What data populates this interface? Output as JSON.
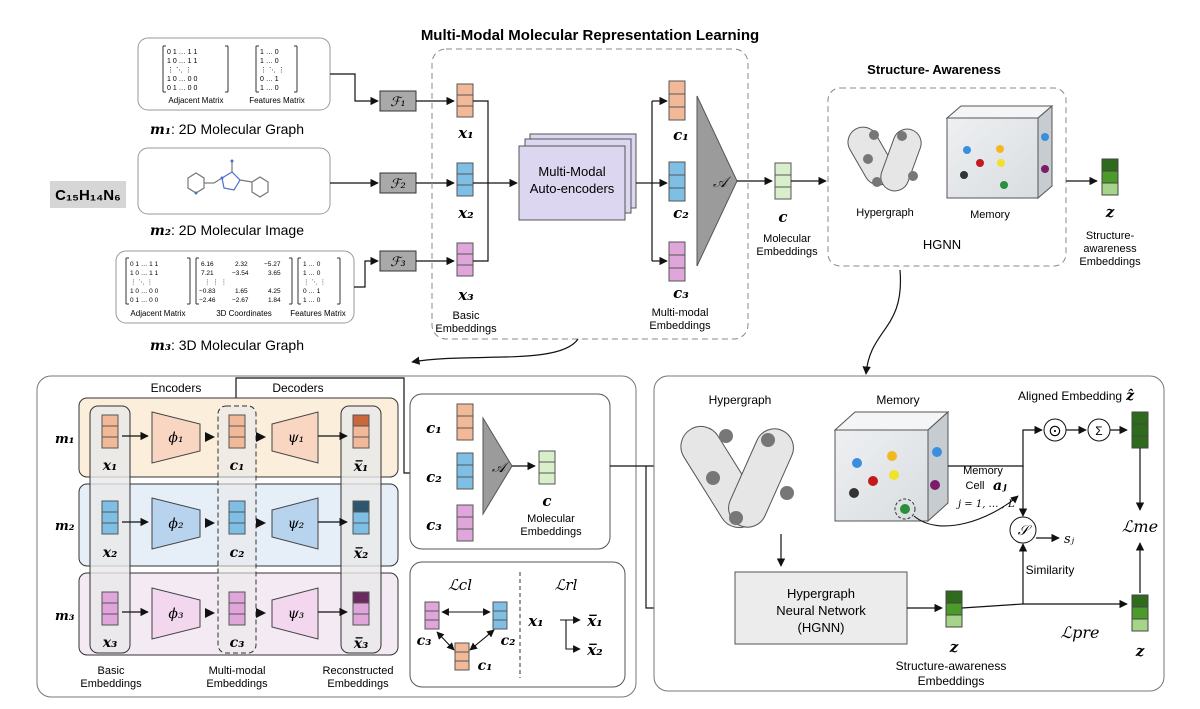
{
  "top": {
    "title": "Multi-Modal Molecular Representation Learning",
    "formula": "C₁₅H₁₄N₆",
    "m1": {
      "caption_var": "m₁",
      "caption_text": ": 2D  Molecular Graph",
      "adjacent_label": "Adjacent Matrix",
      "features_label": "Features Matrix",
      "encoder": "ℱ₁"
    },
    "m2": {
      "caption_var": "m₂",
      "caption_text": ": 2D  Molecular Image",
      "encoder": "ℱ₂"
    },
    "m3": {
      "caption_var": "m₃",
      "caption_text": ": 3D  Molecular Graph",
      "adjacent_label": "Adjacent Matrix",
      "coords_label": "3D Coordinates",
      "features_label": "Features Matrix",
      "encoder": "ℱ₃",
      "coords": [
        [
          "6.16",
          "2.32",
          "−5.27"
        ],
        [
          "7.21",
          "−3.54",
          "3.65"
        ],
        [
          "−0.83",
          "1.65",
          "4.25"
        ],
        [
          "−2.46",
          "−2.67",
          "1.84"
        ]
      ]
    },
    "x1": "x₁",
    "x2": "x₂",
    "x3": "x₃",
    "basic_embeddings": [
      "Basic",
      "Embeddings"
    ],
    "autoencoder": [
      "Multi-Modal",
      "Auto-encoders"
    ],
    "c1": "c₁",
    "c2": "c₂",
    "c3": "c₃",
    "attention": "𝒜",
    "multimodal_embeddings": [
      "Multi-modal",
      "Embeddings"
    ],
    "c": "c",
    "molecular_embeddings": [
      "Molecular",
      "Embeddings"
    ],
    "structure_title": "Structure- Awareness",
    "hypergraph": "Hypergraph",
    "memory": "Memory",
    "hgnn": "HGNN",
    "z": "z",
    "structure_embeddings": [
      "Structure-",
      "awareness",
      "Embeddings"
    ]
  },
  "bottom_left": {
    "encoders": "Encoders",
    "decoders": "Decoders",
    "rows": [
      {
        "m": "m₁",
        "x": "x₁",
        "phi": "ϕ₁",
        "c": "c₁",
        "psi": "ψ₁",
        "xr": "x̅₁"
      },
      {
        "m": "m₂",
        "x": "x₂",
        "phi": "ϕ₂",
        "c": "c₂",
        "psi": "ψ₂",
        "xr": "x̅₂"
      },
      {
        "m": "m₃",
        "x": "x₃",
        "phi": "ϕ₃",
        "c": "c₃",
        "psi": "ψ₃",
        "xr": "x̅₃"
      }
    ],
    "basic_embeddings": [
      "Basic",
      "Embeddings"
    ],
    "multimodal_embeddings": [
      "Multi-modal",
      "Embeddings"
    ],
    "reconstructed_embeddings": [
      "Reconstructed",
      "Embeddings"
    ],
    "fusion": {
      "c1": "c₁",
      "c2": "c₂",
      "c3": "c₃",
      "attention": "𝒜",
      "c": "c",
      "label": [
        "Molecular",
        "Embeddings"
      ]
    },
    "loss_cl": "ℒcl",
    "loss_rl": "ℒrl",
    "loss_cl_nodes": {
      "c3": "c₃",
      "c2": "c₂",
      "c1": "c₁"
    },
    "loss_rl_nodes": {
      "x1": "x₁",
      "xr1": "x̅₁",
      "xr2": "x̅₂"
    }
  },
  "bottom_right": {
    "hypergraph": "Hypergraph",
    "memory": "Memory",
    "memory_cell": [
      "Memory",
      "Cell"
    ],
    "aj": "aⱼ",
    "j_range": "j = 1, … , L",
    "aligned_embedding": "Aligned Embedding",
    "z_hat": "ẑ",
    "odot": "⊙",
    "sum": "Σ",
    "similarity_symbol": "𝒮",
    "s_j": "sⱼ",
    "similarity": "Similarity",
    "hgnn": [
      "Hypergraph",
      "Neural Network",
      "(HGNN)"
    ],
    "z": "z",
    "structure_embeddings": [
      "Structure-awareness",
      "Embeddings"
    ],
    "loss_me": "ℒme",
    "loss_pre": "ℒpre",
    "z2": "z"
  },
  "colors": {
    "orange": "#f2b999",
    "orange_dark": "#c9683a",
    "blue": "#7fbfe6",
    "blue_dark": "#2f5670",
    "pink": "#e0a6dc",
    "pink_dark": "#6b2a5e",
    "green_light": "#d9efcc",
    "green": "#4c9a2a",
    "green_dark": "#2f6b1d",
    "gray_box": "#cfcfcf",
    "row1_bg": "#fbeedb",
    "row2_bg": "#e6eef8",
    "row3_bg": "#f4eaf4"
  }
}
